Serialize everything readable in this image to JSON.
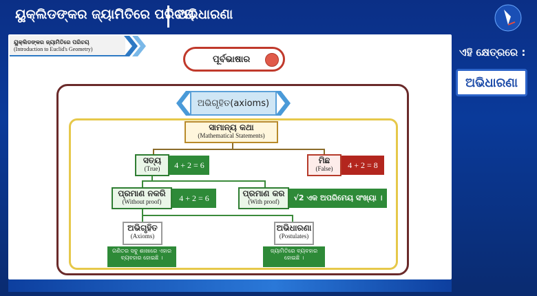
{
  "header": {
    "title": "ୟୁକ୍ଲିଡଙ୍କର ଜ୍ୟାମିତିରେ ପରିଚୟ",
    "subtitle": "ଅଭିଧାରଣା",
    "logo_icon": "brand-logo-icon"
  },
  "right_panel": {
    "label": "ଏହି କ୍ଷେତ୍ରରେ :",
    "button_label": "ଅଭିଧାରଣା"
  },
  "slide": {
    "chapter_tag": {
      "line1": "ୟୁକ୍ଲିଡଙ୍କର ଜ୍ୟାମିତିରେ ପରିଚୟ",
      "line2": "(Introduction to Euclid's Geometry)"
    },
    "pill_label": "ପୂର୍ବଭାଷାର",
    "axioms_banner": "ଅଭିଗୃହିତ(axioms)",
    "root": {
      "main": "ସାମାନ୍ୟ କଥା",
      "sub": "(Mathematical Statements)"
    },
    "true_box": {
      "main": "ସତ୍ୟ",
      "sub": "(True)",
      "example": "4 + 2 = 6"
    },
    "false_box": {
      "main": "ମିଛ",
      "sub": "(False)",
      "example": "4 + 2 = 8"
    },
    "without_proof": {
      "main": "ପ୍ରମାଣ ନକରି",
      "sub": "(Without proof)",
      "example": "4 + 2 = 6"
    },
    "with_proof": {
      "main": "ପ୍ରମାଣ କର",
      "sub": "(With proof)",
      "example": "√2 ଏକ ଅପରିମେୟ ସଂଖ୍ୟା ।"
    },
    "axioms": {
      "main": "ଅଭିଗୃହିତ",
      "sub": "(Axioms)",
      "note": "ଗଣିତର ସବୁ ଶାଖାରେ ଏହାର ବ୍ୟବହାର ହୋଇଛି ।"
    },
    "postulates": {
      "main": "ଅଭିଧାରଣା",
      "sub": "(Postulates)",
      "note": "ଜ୍ୟାମିତିରେ ବ୍ୟବହାର ହୋଇଛି ।"
    }
  },
  "colors": {
    "background": "#0a2d78",
    "accent_blue": "#2c63c8",
    "green": "#2e8a38",
    "red": "#b3261e",
    "frame_brown": "#6a2a2a",
    "frame_yellow": "#e6c84a"
  }
}
